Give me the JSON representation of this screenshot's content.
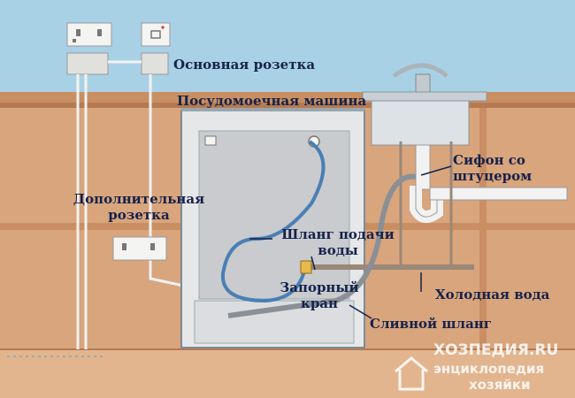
{
  "labels": {
    "main_socket": "Основная розетка",
    "dishwasher": "Посудомоечная машина",
    "extra_socket_line1": "Дополнительная",
    "extra_socket_line2": "розетка",
    "supply_hose_line1": "Шланг подачи",
    "supply_hose_line2": "воды",
    "siphon_line1": "Сифон со",
    "siphon_line2": "штуцером",
    "shutoff_valve_line1": "Запорный",
    "shutoff_valve_line2": "кран",
    "cold_water": "Холодная вода",
    "drain_hose": "Сливной шланг"
  },
  "watermark": {
    "site": "ХОЗПЕДИЯ.RU",
    "tagline_line1": "энциклопедия",
    "tagline_line2": "хозяйки"
  },
  "colors": {
    "wall": "#a9d1e6",
    "cabinet": "#d9a57d",
    "countertop": "#c98f63",
    "appliance": "#e6e7e9",
    "supply_hose": "#4a7fb5",
    "drain_hose": "#8a9096",
    "label_text": "#15224a"
  }
}
